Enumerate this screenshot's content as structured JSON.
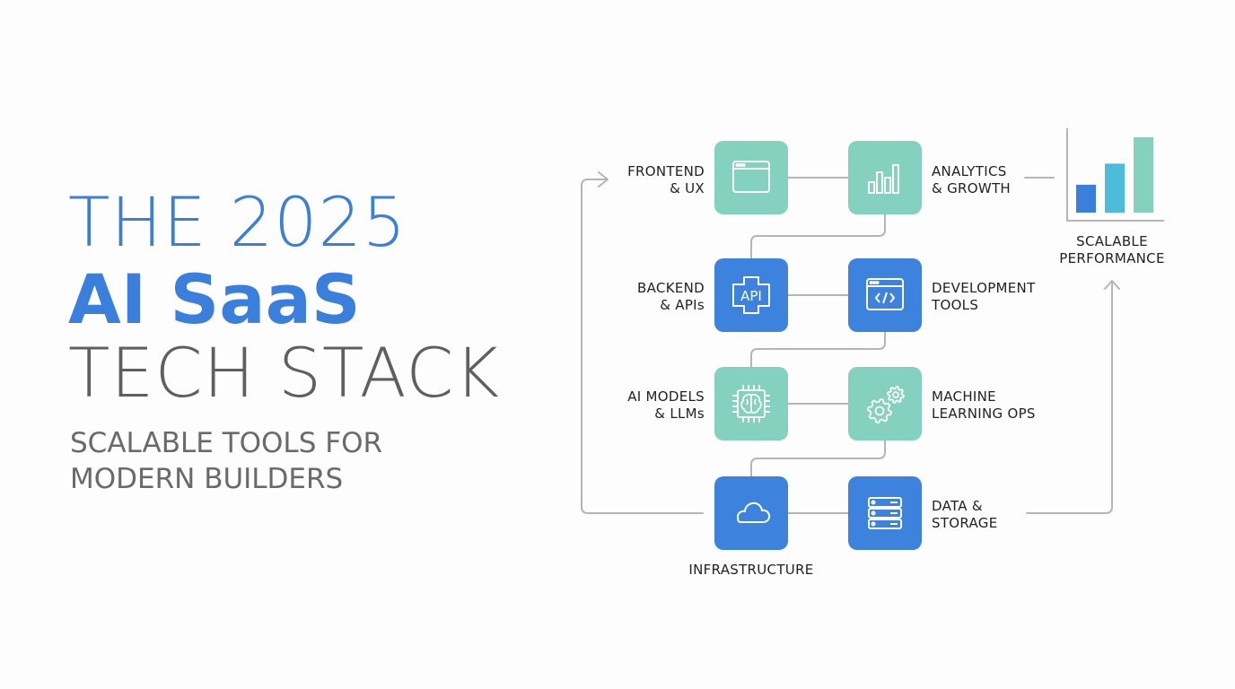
{
  "title": {
    "line1": "THE 2025",
    "line2": "AI SaaS",
    "line3": "TECH STACK",
    "subtitle_line1": "SCALABLE TOOLS FOR",
    "subtitle_line2": "MODERN BUILDERS"
  },
  "colors": {
    "title_blue": "#3b7fd6",
    "title_gray": "#5f5f5f",
    "teal_box": "#85d1bf",
    "blue_box": "#3d83de",
    "connector": "#b5b5b5",
    "bar1": "#3a7fdb",
    "bar2": "#4dbcdc",
    "bar3": "#85d1bf"
  },
  "diagram": {
    "nodes": [
      {
        "id": "frontend",
        "label1": "FRONTEND",
        "label2": "& UX",
        "icon": "browser-window-icon",
        "color": "teal"
      },
      {
        "id": "analytics",
        "label1": "ANALYTICS",
        "label2": "& GROWTH",
        "icon": "bar-chart-icon",
        "color": "teal"
      },
      {
        "id": "backend",
        "label1": "BACKEND",
        "label2": "& APIs",
        "icon": "api-icon",
        "color": "blue"
      },
      {
        "id": "devtools",
        "label1": "DEVELOPMENT",
        "label2": "TOOLS",
        "icon": "code-window-icon",
        "color": "blue"
      },
      {
        "id": "ai-models",
        "label1": "AI MODELS",
        "label2": "& LLMs",
        "icon": "brain-chip-icon",
        "color": "teal"
      },
      {
        "id": "mlops",
        "label1": "MACHINE",
        "label2": "LEARNING OPS",
        "icon": "gears-icon",
        "color": "teal"
      },
      {
        "id": "infrastructure",
        "label1": "INFRASTRUCTURE",
        "label2": "",
        "icon": "cloud-icon",
        "color": "blue"
      },
      {
        "id": "data",
        "label1": "DATA &",
        "label2": "STORAGE",
        "icon": "server-icon",
        "color": "blue"
      }
    ],
    "performance": {
      "label1": "SCALABLE",
      "label2": "PERFORMANCE",
      "bars": [
        0.37,
        0.65,
        1.0
      ]
    },
    "api_text": "API"
  }
}
